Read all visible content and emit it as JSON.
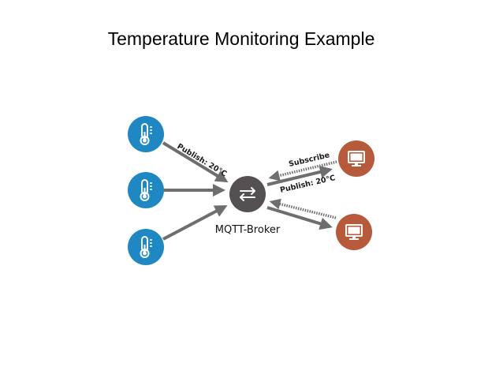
{
  "title": "Temperature Monitoring Example",
  "broker": {
    "label": "MQTT-Broker",
    "icon": "exchange-arrows-icon",
    "color": "#555052"
  },
  "sensors": {
    "icon": "thermometer-icon",
    "color": "#1f88c2",
    "count": 3
  },
  "clients": {
    "icon": "monitor-icon",
    "color": "#b75a3b",
    "count": 2
  },
  "arrows": {
    "publish_sensor_label": "Publish: 20°C",
    "subscribe_label": "Subscribe",
    "publish_client_label": "Publish: 20°C",
    "color": "#6e6e6e"
  }
}
